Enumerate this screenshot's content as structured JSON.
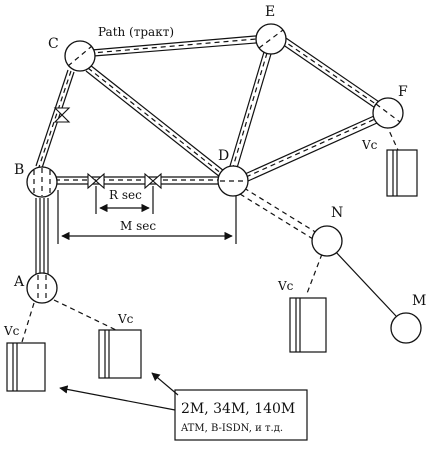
{
  "nodes": {
    "A": "A",
    "B": "B",
    "C": "C",
    "D": "D",
    "E": "E",
    "F": "F",
    "N": "N",
    "M": "M"
  },
  "labels": {
    "path": "Path (тракт)",
    "r_sec": "R sec",
    "m_sec": "M sec",
    "vc": "Vc"
  },
  "callout": {
    "line1": "2M, 34M, 140M",
    "line2": "ATM, B-ISDN, и т.д."
  }
}
